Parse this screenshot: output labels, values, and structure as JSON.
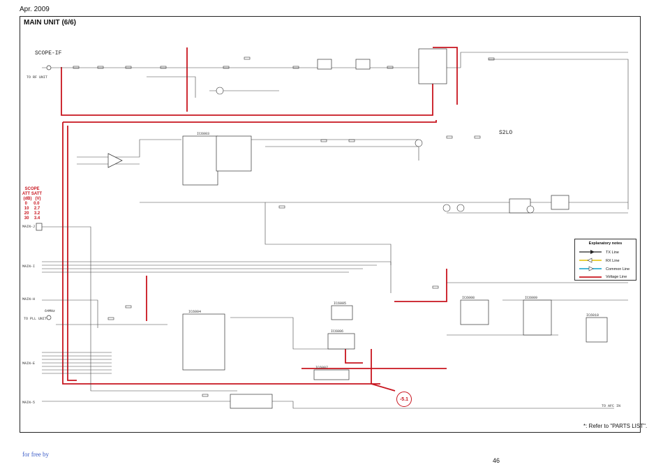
{
  "header": {
    "date": "Apr. 2009"
  },
  "title": "MAIN UNIT (6/6)",
  "page_number": "46",
  "footer_link": "for free by",
  "parts_note": "*: Refer to \"PARTS LIST\".",
  "labels": {
    "scope_if": "SCOPE-IF",
    "s2lo": "S2LO",
    "to_rf_unit": "TO RF UNIT",
    "to_pll_unit": "TO PLL UNIT",
    "mhz": "64MHz",
    "main_j": "MAIN-J",
    "main_i": "MAIN-I",
    "main_h": "MAIN-H",
    "main_e": "MAIN-E",
    "main_5": "MAIN-5",
    "to_afc": "TO AFC IN",
    "neg_voltage": "-5.1"
  },
  "scope_table": {
    "title": "SCOPE",
    "headers": [
      "ATT",
      "SATT"
    ],
    "units": [
      "(dB)",
      "(V)"
    ],
    "rows": [
      [
        "0",
        "0.0"
      ],
      [
        "10",
        "2.7"
      ],
      [
        "20",
        "3.2"
      ],
      [
        "30",
        "3.4"
      ]
    ]
  },
  "legend": {
    "title": "Explanatory notes",
    "items": [
      {
        "label": "TX Line",
        "color": "#222222"
      },
      {
        "label": "RX Line",
        "color": "#e0c000"
      },
      {
        "label": "Common Line",
        "color": "#0a9fc9"
      },
      {
        "label": "Voltage Line",
        "color": "#c8141e"
      }
    ]
  },
  "ic_labels": [
    "IC6003",
    "IC6004",
    "IC6005",
    "IC6006",
    "IC6007",
    "IC6008",
    "IC6009",
    "IC6010"
  ]
}
